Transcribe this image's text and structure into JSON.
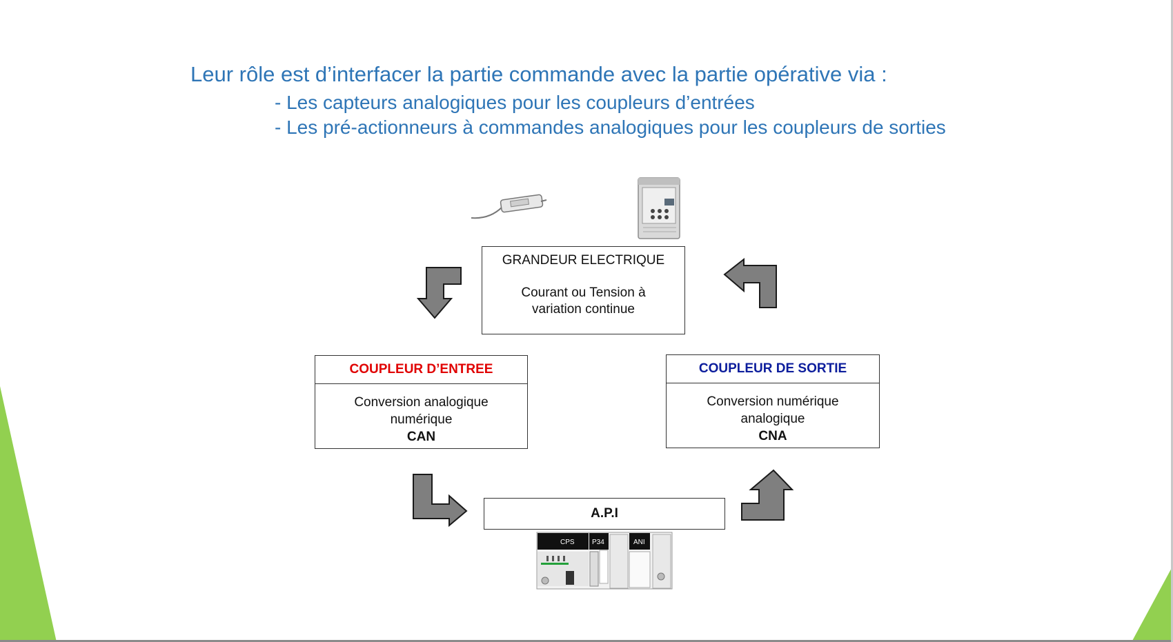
{
  "slide": {
    "heading": "Leur rôle est d’interfacer la partie commande avec la partie opérative via :",
    "bullets": [
      "- Les capteurs analogiques pour les coupleurs d’entrées",
      "- Les pré-actionneurs à commandes analogiques pour les coupleurs de sorties"
    ]
  },
  "diagram": {
    "grandeur": {
      "title": "GRANDEUR ELECTRIQUE",
      "line1": "Courant ou Tension à",
      "line2": "variation continue"
    },
    "entree": {
      "title": "COUPLEUR D’ENTREE",
      "line1": "Conversion analogique",
      "line2": "numérique",
      "code": "CAN"
    },
    "sortie": {
      "title": "COUPLEUR DE SORTIE",
      "line1": "Conversion numérique",
      "line2": "analogique",
      "code": "CNA"
    },
    "api": {
      "label": "A.P.I"
    },
    "plc_modules": [
      "CPS",
      "P34",
      "ANI"
    ]
  },
  "colors": {
    "text_blue": "#2e75b6",
    "entree_red": "#e00000",
    "sortie_navy": "#0c1d9c",
    "arrow_gray": "#7f7f7f",
    "accent_green": "#92d050"
  },
  "icons": [
    "sensor-icon",
    "drive-controller-icon",
    "plc-rack-icon"
  ]
}
